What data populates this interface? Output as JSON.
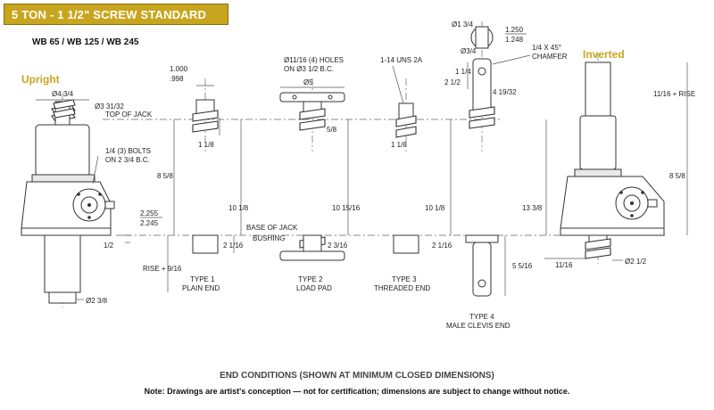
{
  "header": {
    "title": "5 TON - 1 1/2\" SCREW STANDARD",
    "models": "WB 65 / WB 125 / WB 245"
  },
  "colors": {
    "accent": "#c8a51e"
  },
  "labels": {
    "upright": "Upright",
    "inverted": "Inverted",
    "top_of_jack": "TOP OF JACK",
    "base_of_jack": "BASE OF JACK",
    "bushing": "BUSHING",
    "bolts_line1": "1/4 (3) BOLTS",
    "bolts_line2": "ON 2 3/4 B.C.",
    "holes_line1": "Ø11/16 (4) HOLES",
    "holes_line2": "ON Ø3 1/2 B.C.",
    "thread": "1-14 UNS 2A",
    "chamfer_line1": "1/4 X 45°",
    "chamfer_line2": "CHAMFER"
  },
  "dims": {
    "d4_3_4": "Ø4 3/4",
    "d3_31_32": "Ø3 31/32",
    "h8_5_8": "8 5/8",
    "d2_255": "2.255",
    "d2_245": "2.245",
    "half": "1/2",
    "rise_9_16": "RISE + 9/16",
    "d2_3_8": "Ø2 3/8",
    "d1_000": "1.000",
    "d0_998": ".998",
    "d1_1_8": "1 1/8",
    "d10_1_8": "10 1/8",
    "d2_1_16": "2 1/16",
    "d5": "Ø5",
    "d5_8": "5/8",
    "d10_15_16": "10 15/16",
    "d2_3_16": "2 3/16",
    "d3_1_8": "1 1/8",
    "d10_1_8_b": "10 1/8",
    "d2_1_16_b": "2 1/16",
    "d1_3_4": "Ø1 3/4",
    "d1_250": "1.250",
    "d1_248": "1.248",
    "d3_4": "Ø3/4",
    "d1_1_4": "1 1/4",
    "d2_1_2": "2 1/2",
    "d4_19_32": "4 19/32",
    "d13_3_8": "13 3/8",
    "d5_5_16": "5 5/16",
    "d11_16_rise": "11/16 + RISE",
    "d8_5_8_b": "8 5/8",
    "d11_16": "11/16",
    "d2_1_2_b": "Ø2 1/2"
  },
  "types": {
    "t1_line1": "TYPE 1",
    "t1_line2": "PLAIN END",
    "t2_line1": "TYPE 2",
    "t2_line2": "LOAD PAD",
    "t3_line1": "TYPE 3",
    "t3_line2": "THREADED END",
    "t4_line1": "TYPE 4",
    "t4_line2": "MALE CLEVIS END"
  },
  "footer": {
    "caption": "END CONDITIONS (SHOWN AT MINIMUM CLOSED DIMENSIONS)",
    "note": "Note: Drawings are artist's conception — not for certification; dimensions are subject to change without notice."
  }
}
